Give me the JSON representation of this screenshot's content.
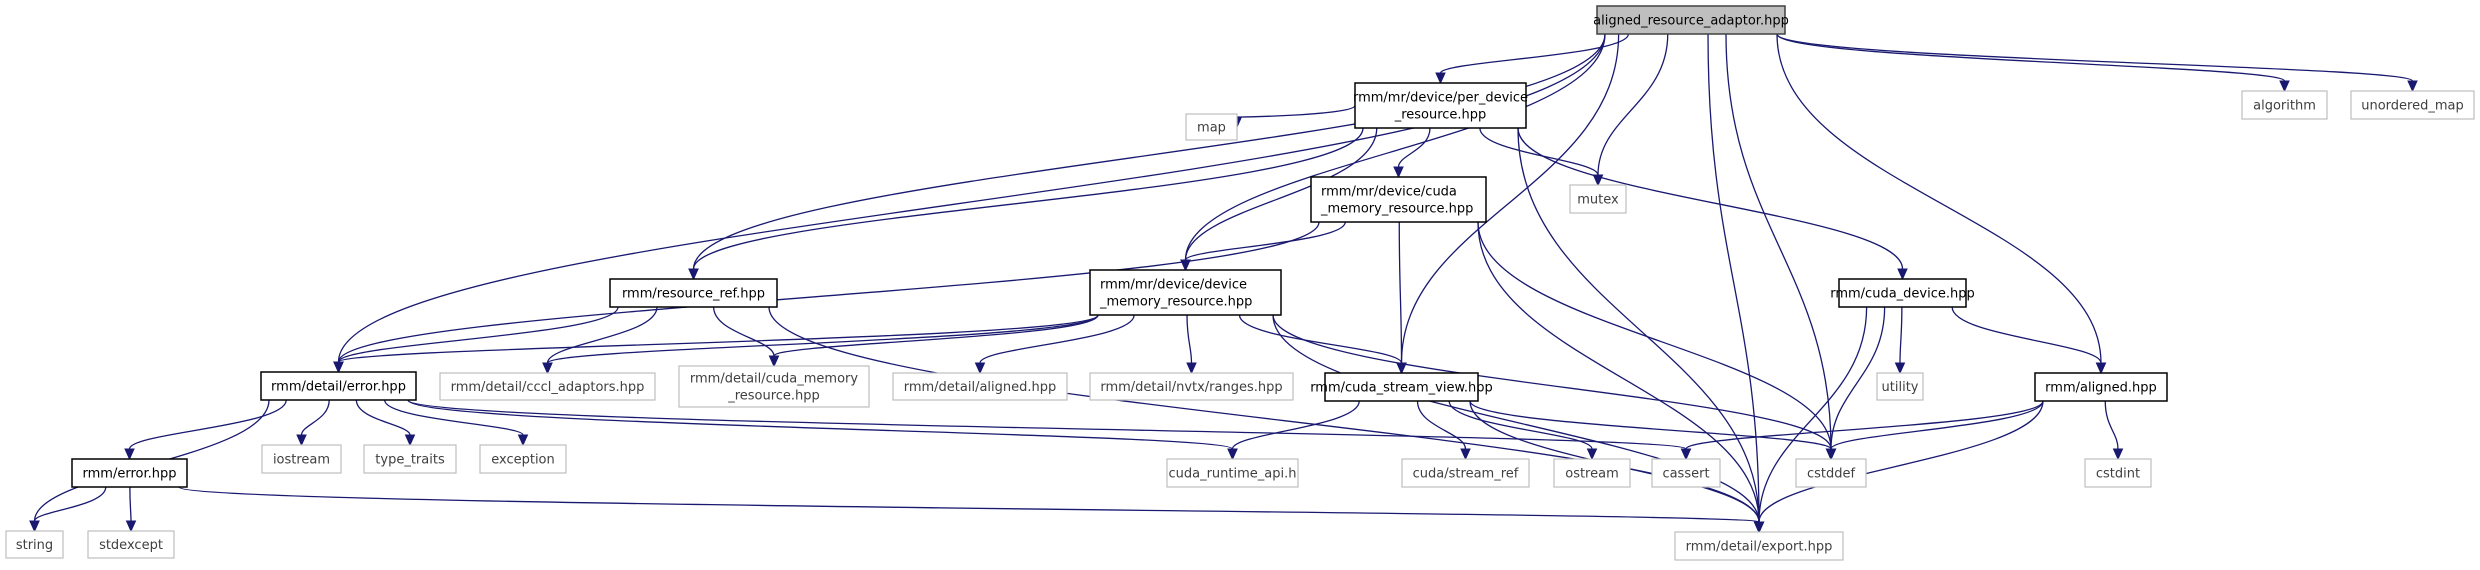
{
  "title": "aligned_resource_adaptor.hpp include dependency graph",
  "colors": {
    "edge": "#191970",
    "root_fill": "#bfbfbf",
    "external_border": "#bfbfbf",
    "internal_border": "#000000"
  },
  "nodes": [
    {
      "id": "root",
      "lines": [
        "aligned_resource_adaptor.hpp"
      ],
      "kind": "root"
    },
    {
      "id": "per_device",
      "lines": [
        "rmm/mr/device/per_device",
        "_resource.hpp"
      ],
      "kind": "internal"
    },
    {
      "id": "map",
      "lines": [
        "map"
      ],
      "kind": "external"
    },
    {
      "id": "mutex",
      "lines": [
        "mutex"
      ],
      "kind": "external"
    },
    {
      "id": "cuda_mr",
      "lines": [
        "rmm/mr/device/cuda",
        "_memory_resource.hpp"
      ],
      "kind": "internal",
      "align": "left"
    },
    {
      "id": "cuda_device",
      "lines": [
        "rmm/cuda_device.hpp"
      ],
      "kind": "internal"
    },
    {
      "id": "algorithm",
      "lines": [
        "algorithm"
      ],
      "kind": "external"
    },
    {
      "id": "unordered_map",
      "lines": [
        "unordered_map"
      ],
      "kind": "external"
    },
    {
      "id": "resource_ref",
      "lines": [
        "rmm/resource_ref.hpp"
      ],
      "kind": "internal"
    },
    {
      "id": "dev_mr",
      "lines": [
        "rmm/mr/device/device",
        "_memory_resource.hpp"
      ],
      "kind": "internal",
      "align": "left"
    },
    {
      "id": "detail_error",
      "lines": [
        "rmm/detail/error.hpp"
      ],
      "kind": "internal"
    },
    {
      "id": "cccl",
      "lines": [
        "rmm/detail/cccl_adaptors.hpp"
      ],
      "kind": "external"
    },
    {
      "id": "detail_cuda_mr",
      "lines": [
        "rmm/detail/cuda_memory",
        "_resource.hpp"
      ],
      "kind": "external"
    },
    {
      "id": "detail_aligned",
      "lines": [
        "rmm/detail/aligned.hpp"
      ],
      "kind": "external"
    },
    {
      "id": "nvtx",
      "lines": [
        "rmm/detail/nvtx/ranges.hpp"
      ],
      "kind": "external"
    },
    {
      "id": "stream_view",
      "lines": [
        "rmm/cuda_stream_view.hpp"
      ],
      "kind": "internal"
    },
    {
      "id": "utility",
      "lines": [
        "utility"
      ],
      "kind": "external"
    },
    {
      "id": "aligned",
      "lines": [
        "rmm/aligned.hpp"
      ],
      "kind": "internal"
    },
    {
      "id": "iostream",
      "lines": [
        "iostream"
      ],
      "kind": "external"
    },
    {
      "id": "type_traits",
      "lines": [
        "type_traits"
      ],
      "kind": "external"
    },
    {
      "id": "exception",
      "lines": [
        "exception"
      ],
      "kind": "external"
    },
    {
      "id": "cuda_runtime",
      "lines": [
        "cuda_runtime_api.h"
      ],
      "kind": "external"
    },
    {
      "id": "stream_ref",
      "lines": [
        "cuda/stream_ref"
      ],
      "kind": "external"
    },
    {
      "id": "ostream",
      "lines": [
        "ostream"
      ],
      "kind": "external"
    },
    {
      "id": "cassert",
      "lines": [
        "cassert"
      ],
      "kind": "external"
    },
    {
      "id": "cstddef",
      "lines": [
        "cstddef"
      ],
      "kind": "external"
    },
    {
      "id": "cstdint",
      "lines": [
        "cstdint"
      ],
      "kind": "external"
    },
    {
      "id": "rmm_error",
      "lines": [
        "rmm/error.hpp"
      ],
      "kind": "internal"
    },
    {
      "id": "string",
      "lines": [
        "string"
      ],
      "kind": "external"
    },
    {
      "id": "stdexcept",
      "lines": [
        "stdexcept"
      ],
      "kind": "external"
    },
    {
      "id": "export",
      "lines": [
        "rmm/detail/export.hpp"
      ],
      "kind": "external"
    }
  ],
  "edges": [
    [
      "root",
      "per_device"
    ],
    [
      "root",
      "algorithm"
    ],
    [
      "root",
      "unordered_map"
    ],
    [
      "root",
      "mutex"
    ],
    [
      "root",
      "cstddef"
    ],
    [
      "root",
      "stream_view"
    ],
    [
      "root",
      "aligned"
    ],
    [
      "root",
      "export"
    ],
    [
      "root",
      "resource_ref"
    ],
    [
      "root",
      "detail_error"
    ],
    [
      "root",
      "dev_mr"
    ],
    [
      "per_device",
      "map"
    ],
    [
      "per_device",
      "mutex"
    ],
    [
      "per_device",
      "cuda_mr"
    ],
    [
      "per_device",
      "dev_mr"
    ],
    [
      "per_device",
      "resource_ref"
    ],
    [
      "per_device",
      "cuda_device"
    ],
    [
      "per_device",
      "export"
    ],
    [
      "cuda_mr",
      "dev_mr"
    ],
    [
      "cuda_mr",
      "detail_error"
    ],
    [
      "cuda_mr",
      "stream_view"
    ],
    [
      "cuda_mr",
      "cstddef"
    ],
    [
      "cuda_mr",
      "export"
    ],
    [
      "cuda_device",
      "utility"
    ],
    [
      "cuda_device",
      "aligned"
    ],
    [
      "cuda_device",
      "cstddef"
    ],
    [
      "cuda_device",
      "export"
    ],
    [
      "resource_ref",
      "detail_error"
    ],
    [
      "resource_ref",
      "cccl"
    ],
    [
      "resource_ref",
      "detail_cuda_mr"
    ],
    [
      "resource_ref",
      "export"
    ],
    [
      "dev_mr",
      "detail_error"
    ],
    [
      "dev_mr",
      "cccl"
    ],
    [
      "dev_mr",
      "detail_cuda_mr"
    ],
    [
      "dev_mr",
      "detail_aligned"
    ],
    [
      "dev_mr",
      "nvtx"
    ],
    [
      "dev_mr",
      "stream_view"
    ],
    [
      "dev_mr",
      "cstddef"
    ],
    [
      "dev_mr",
      "export"
    ],
    [
      "detail_error",
      "rmm_error"
    ],
    [
      "detail_error",
      "iostream"
    ],
    [
      "detail_error",
      "type_traits"
    ],
    [
      "detail_error",
      "exception"
    ],
    [
      "detail_error",
      "string"
    ],
    [
      "detail_error",
      "cuda_runtime"
    ],
    [
      "detail_error",
      "cassert"
    ],
    [
      "stream_view",
      "cuda_runtime"
    ],
    [
      "stream_view",
      "stream_ref"
    ],
    [
      "stream_view",
      "ostream"
    ],
    [
      "stream_view",
      "cstddef"
    ],
    [
      "stream_view",
      "export"
    ],
    [
      "aligned",
      "cassert"
    ],
    [
      "aligned",
      "cstddef"
    ],
    [
      "aligned",
      "cstdint"
    ],
    [
      "aligned",
      "export"
    ],
    [
      "rmm_error",
      "string"
    ],
    [
      "rmm_error",
      "stdexcept"
    ],
    [
      "rmm_error",
      "export"
    ]
  ]
}
